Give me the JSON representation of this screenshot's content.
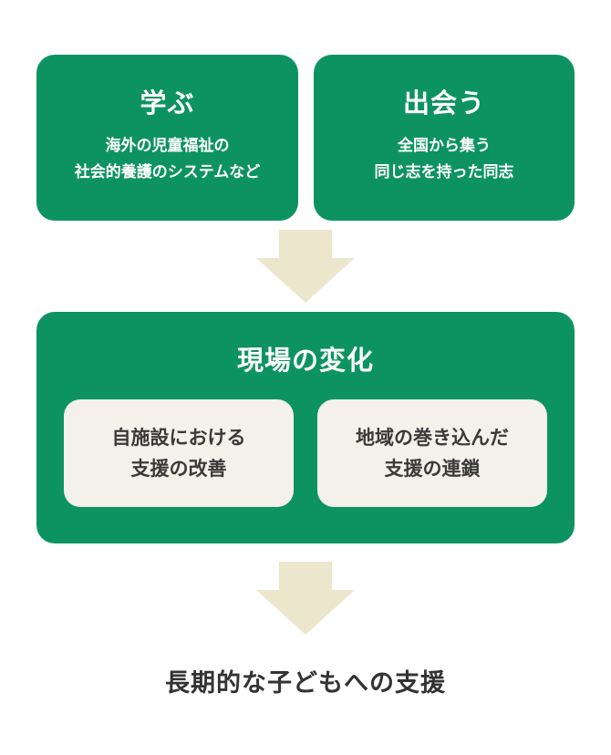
{
  "colors": {
    "green": "#0d9362",
    "arrow": "#ece6cd",
    "inner_bg": "#f4f1ea",
    "dark_text": "#333333"
  },
  "steps": {
    "learn": {
      "title": "学ぶ",
      "lines": [
        "海外の児童福祉の",
        "社会的養護のシステムなど"
      ]
    },
    "meet": {
      "title": "出会う",
      "lines": [
        "全国から集う",
        "同じ志を持った同志"
      ]
    }
  },
  "change": {
    "title": "現場の変化",
    "items": [
      {
        "lines": [
          "自施設における",
          "支援の改善"
        ]
      },
      {
        "lines": [
          "地域の巻き込んだ",
          "支援の連鎖"
        ]
      }
    ]
  },
  "result": {
    "text": "長期的な子どもへの支援"
  }
}
